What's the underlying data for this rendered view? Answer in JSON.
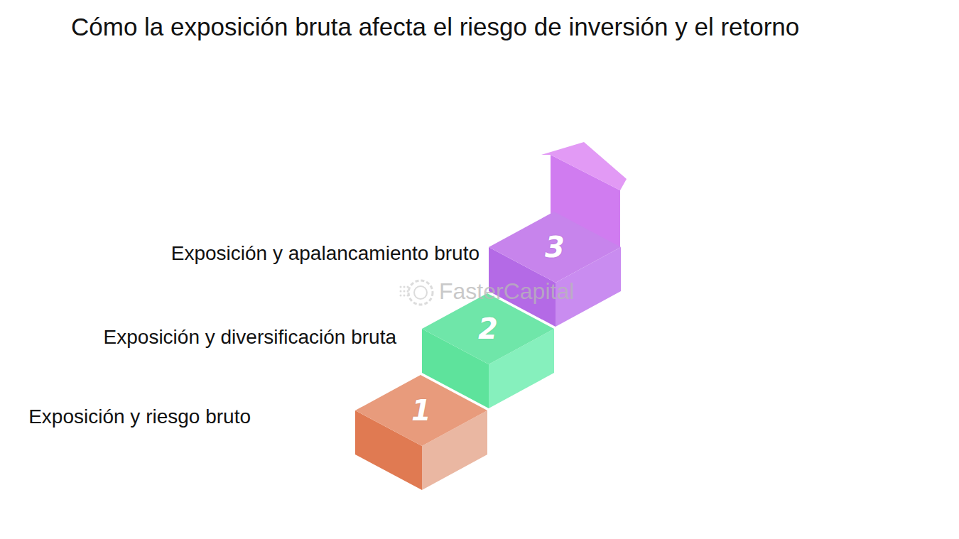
{
  "diagram": {
    "title": "Cómo la exposición bruta afecta el riesgo de inversión y el retorno",
    "nodes": [
      {
        "text": [
          "1",
          "Exposición y riesgo bruto"
        ]
      },
      {
        "text": [
          "2",
          "Exposición y diversificación bruta"
        ]
      },
      {
        "text": [
          "3",
          "Exposición y apalancamiento bruto"
        ]
      }
    ],
    "labels": [
      "FasterCapital"
    ]
  }
}
